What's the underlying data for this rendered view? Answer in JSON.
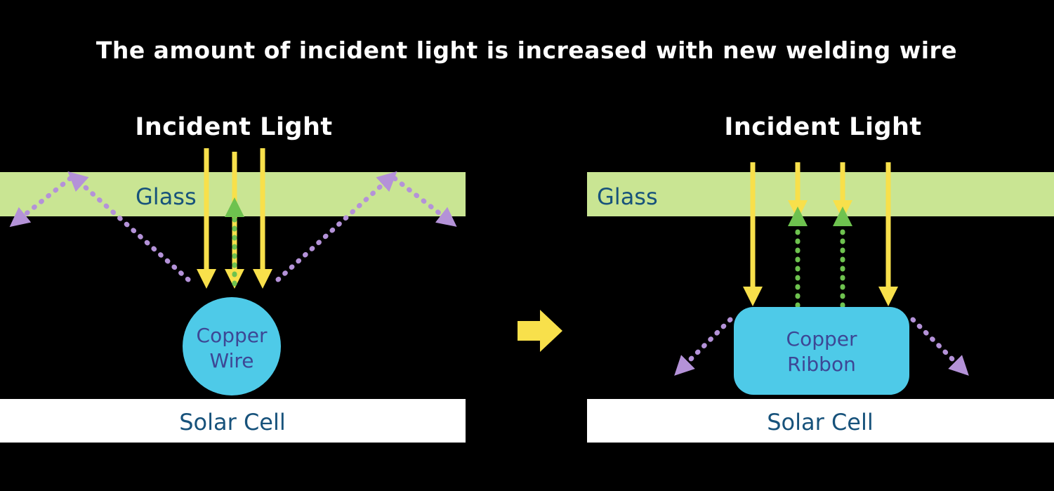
{
  "title": "The amount of incident light is increased with new welding wire",
  "colors": {
    "background": "#000000",
    "title_text": "#ffffff",
    "glass_fill": "#c9e593",
    "glass_text": "#17527b",
    "solar_fill": "#ffffff",
    "solar_text": "#17527b",
    "copper_fill": "#4ecae8",
    "copper_text": "#3d4795",
    "yellow_arrow": "#f8e04b",
    "purple_arrow": "#b492d8",
    "green_arrow": "#6ec24f"
  },
  "left_panel": {
    "incident_light_label": "Incident Light",
    "glass_label": "Glass",
    "copper_label_line1": "Copper",
    "copper_label_line2": "Wire",
    "solar_cell_label": "Solar Cell"
  },
  "right_panel": {
    "incident_light_label": "Incident Light",
    "glass_label": "Glass",
    "copper_label_line1": "Copper",
    "copper_label_line2": "Ribbon",
    "solar_cell_label": "Solar Cell"
  }
}
